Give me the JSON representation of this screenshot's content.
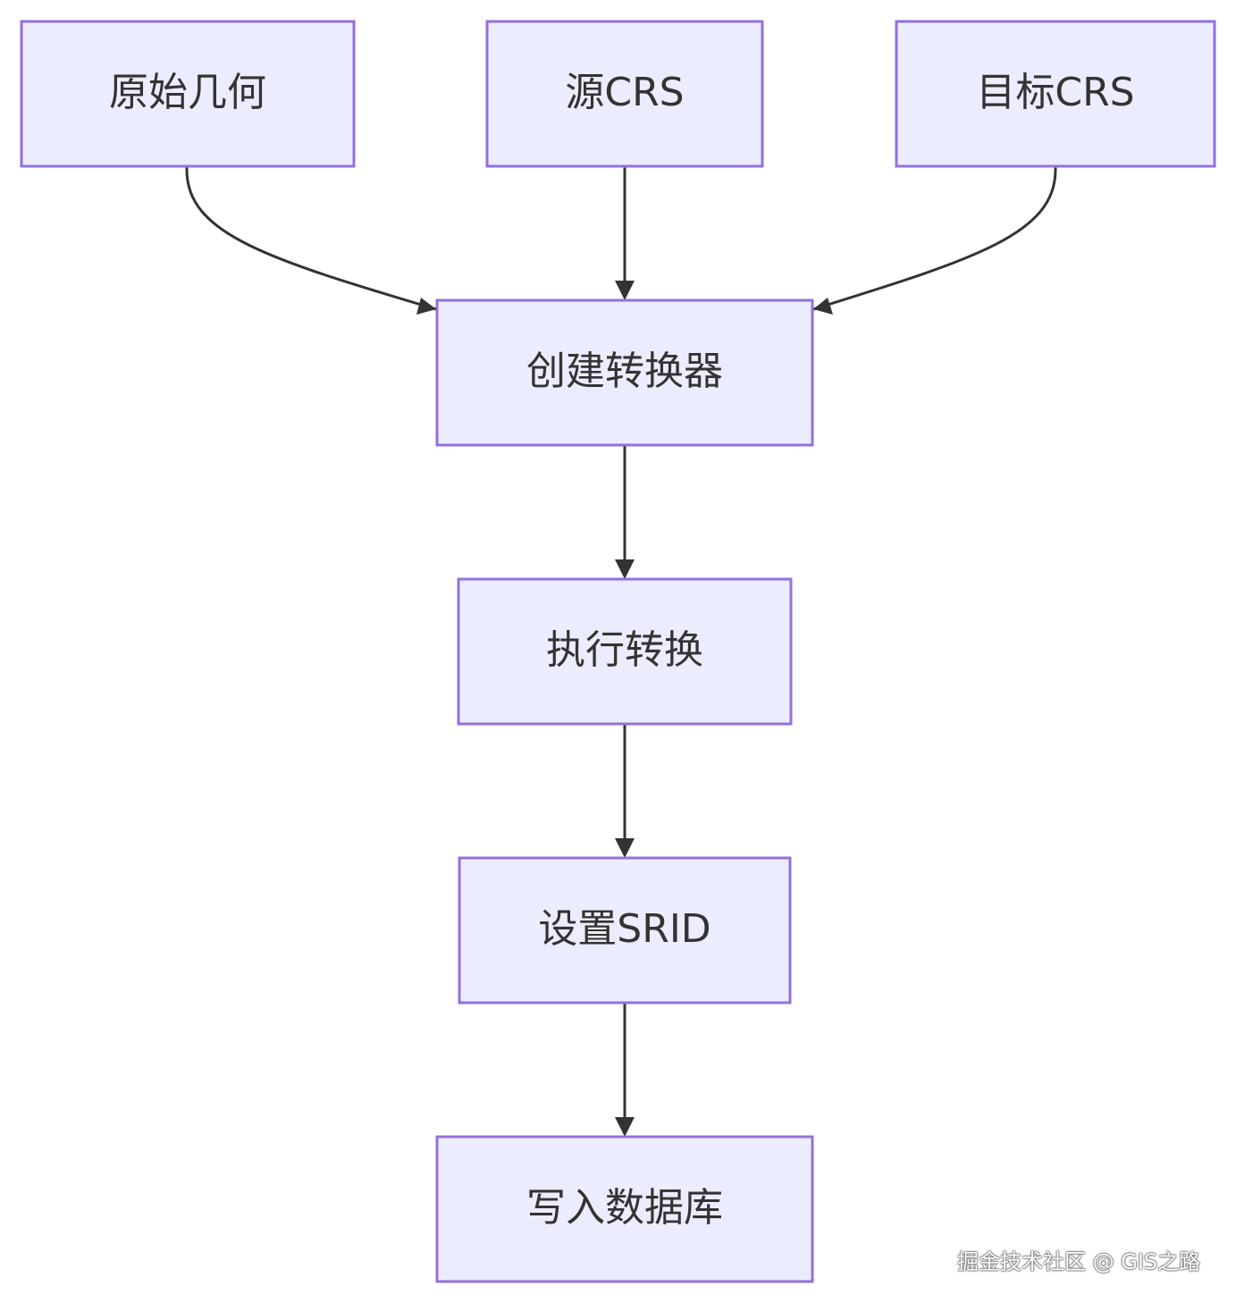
{
  "diagram": {
    "nodes": {
      "original_geometry": "原始几何",
      "source_crs": "源CRS",
      "target_crs": "目标CRS",
      "create_transformer": "创建转换器",
      "execute_transform": "执行转换",
      "set_srid": "设置SRID",
      "write_database": "写入数据库"
    },
    "edges": [
      {
        "from": "original_geometry",
        "to": "create_transformer"
      },
      {
        "from": "source_crs",
        "to": "create_transformer"
      },
      {
        "from": "target_crs",
        "to": "create_transformer"
      },
      {
        "from": "create_transformer",
        "to": "execute_transform"
      },
      {
        "from": "execute_transform",
        "to": "set_srid"
      },
      {
        "from": "set_srid",
        "to": "write_database"
      }
    ],
    "colors": {
      "node_fill": "#ECECFF",
      "node_border": "#9370DB",
      "edge": "#333333",
      "text": "#333333"
    }
  },
  "watermark": "掘金技术社区 @ GIS之路"
}
